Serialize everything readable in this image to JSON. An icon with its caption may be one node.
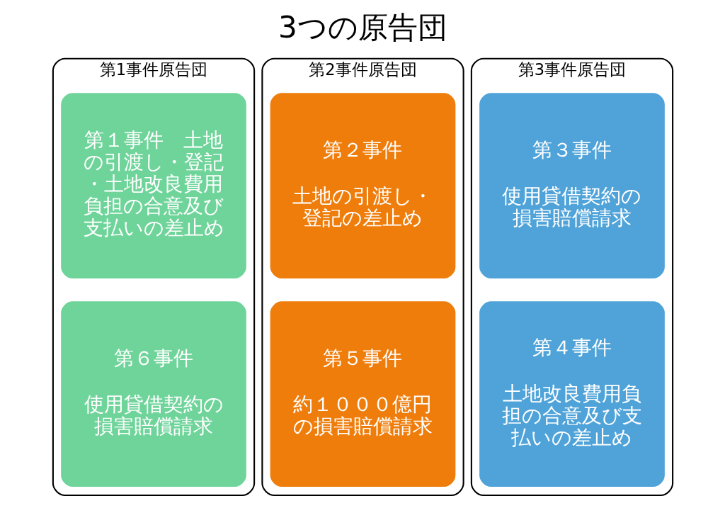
{
  "diagram": {
    "title": "3つの原告団",
    "nodes": [
      {
        "text": [
          "第1事件原告団"
        ]
      },
      {
        "text": [
          "第１事件　土地の引渡し・登記・土地改良費用負担の合意及び支払いの差止め"
        ],
        "in": 0
      },
      {
        "text": [
          "第６事件",
          "使用貸借契約の損害賠償請求"
        ],
        "in": 0
      },
      {
        "text": [
          "第2事件原告団"
        ]
      },
      {
        "text": [
          "第２事件",
          "土地の引渡し・登記の差止め"
        ],
        "in": 3
      },
      {
        "text": [
          "第５事件",
          "約１０００億円の損害賠償請求"
        ],
        "in": 3
      },
      {
        "text": [
          "第3事件原告団"
        ]
      },
      {
        "text": [
          "第３事件",
          "使用貸借契約の損害賠償請求"
        ],
        "in": 6
      },
      {
        "text": [
          "第４事件",
          "土地改良費用負担の合意及び支払いの差止め"
        ],
        "in": 6
      }
    ],
    "edges": []
  }
}
